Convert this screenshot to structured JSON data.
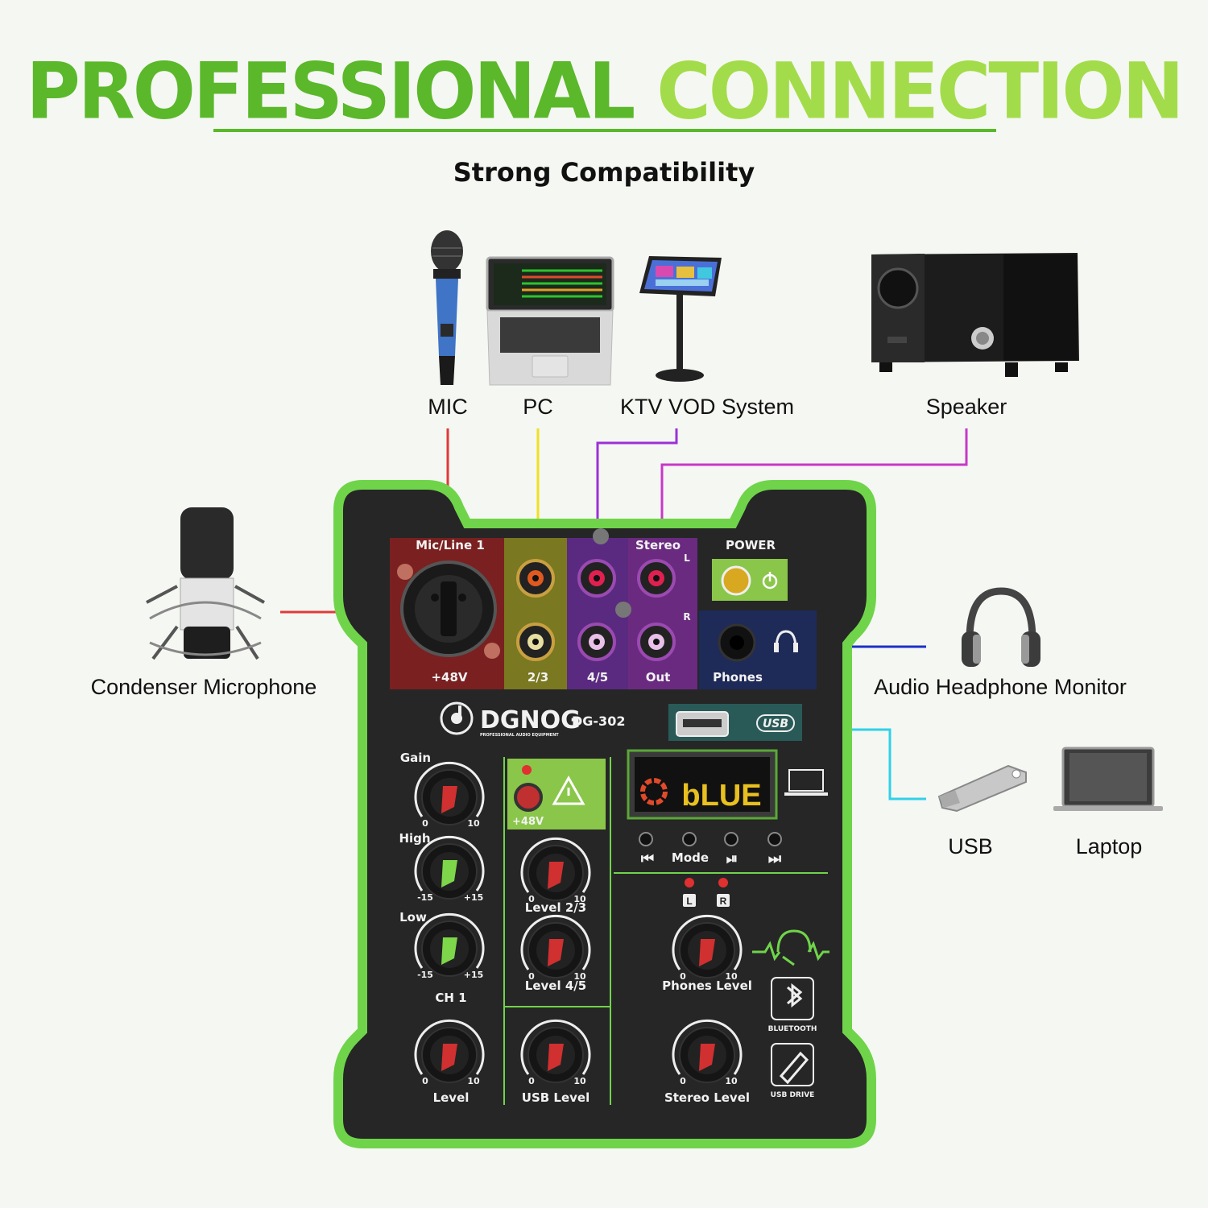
{
  "header": {
    "title_part1": "PROFESSIONAL",
    "title_part2": "CONNECTION",
    "subtitle": "Strong Compatibility"
  },
  "devices": {
    "mic": "MIC",
    "pc": "PC",
    "ktv": "KTV VOD System",
    "speaker": "Speaker",
    "condenser": "Condenser Microphone",
    "headphone": "Audio Headphone Monitor",
    "usb": "USB",
    "laptop": "Laptop"
  },
  "mixer": {
    "brand": "DGNOG",
    "brand_tagline": "PROFESSIONAL AUDIO EQUIPMENT",
    "model": "DG-302",
    "inputs": {
      "mic_line": "Mic/Line 1",
      "phantom": "+48V",
      "ch23": "2/3",
      "ch45": "4/5",
      "stereo": "Stereo",
      "out": "Out",
      "left": "L",
      "right": "R",
      "power": "POWER",
      "phones": "Phones",
      "usb_badge": "USB"
    },
    "display_text": "bLUE",
    "transport": {
      "prev": "⏮",
      "mode": "Mode",
      "play": "⏯",
      "next": "⏭"
    },
    "knobs": {
      "gain": "Gain",
      "high": "High",
      "low": "Low",
      "ch1": "CH 1",
      "level": "Level",
      "level23": "Level 2/3",
      "level45": "Level 4/5",
      "usb_level": "USB Level",
      "phones_level": "Phones Level",
      "stereo_level": "Stereo Level",
      "phantom_switch": "+48V"
    },
    "scale": {
      "zero": "0",
      "ten": "10",
      "minus15": "-15",
      "plus15": "+15"
    },
    "meter": {
      "left": "L",
      "right": "R"
    },
    "badges": {
      "bluetooth": "BLUETOOTH",
      "usb_drive": "USB DRIVE"
    }
  },
  "colors": {
    "accent_green": "#5ab82a",
    "light_green": "#a3dc4a",
    "mic_line": "#e03a3a",
    "pc_line": "#f0e020",
    "ktv_line": "#9b30d8",
    "speaker_line": "#c838c8",
    "headphone_line": "#1a30c8",
    "usb_line": "#30d0e8"
  }
}
